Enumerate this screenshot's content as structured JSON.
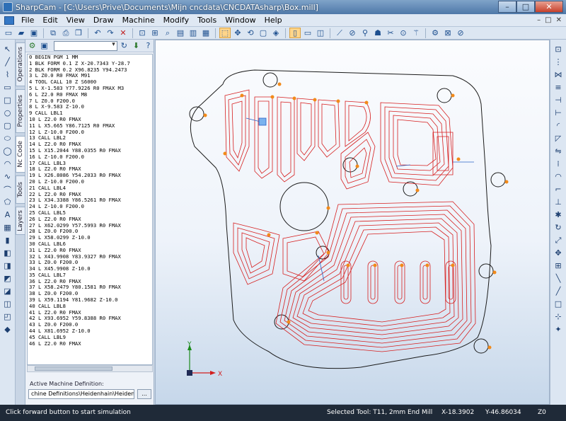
{
  "window": {
    "title": "SharpCam - [C:\\Users\\Prive\\Documents\\Mijn cncdata\\CNCDATAsharp\\Box.mill]",
    "minimize": "–",
    "maximize": "□",
    "close": "✕"
  },
  "menu": {
    "items": [
      "File",
      "Edit",
      "View",
      "Draw",
      "Machine",
      "Modify",
      "Tools",
      "Window",
      "Help"
    ],
    "mdi_min": "–",
    "mdi_max": "□",
    "mdi_close": "✕"
  },
  "toolbar": {
    "icons": [
      "new-file-icon",
      "open-folder-icon",
      "save-icon",
      "print-preview-icon",
      "print-icon",
      "copy-icon",
      "undo-icon",
      "redo-icon",
      "delete-icon",
      "zoom-extents-icon",
      "zoom-window-icon",
      "zoom-icon",
      "view-top-icon",
      "view-front-icon",
      "view-right-icon",
      "select-icon",
      "pan-icon",
      "rotate-icon",
      "view-box-icon",
      "shaded-icon",
      "stock-icon",
      "wireframe-icon",
      "view-split-icon",
      "toolpath-icon",
      "simulate-icon",
      "tool-icon",
      "check-icon",
      "measure-icon",
      "probe-icon",
      "cut-icon",
      "settings-icon"
    ]
  },
  "side_tabs": [
    "Operations",
    "Properties",
    "Nc Code",
    "Tools",
    "Layers"
  ],
  "nc_panel": {
    "lines": [
      "0 BEGIN PGM 1 MM",
      "1 BLK FORM 0.1 Z X-20.7343 Y-28.7",
      "2 BLK FORM 0.2 X96.8235 Y94.2473",
      "3 L Z0.0 R0 FMAX M91",
      "4 TOOL CALL 10 Z S6000",
      "5 L X-1.583 Y77.9226 R0 FMAX M3",
      "6 L Z2.0 R0 FMAX M8",
      "7 L Z0.0 F200.0",
      "8 L X-9.583 Z-10.0",
      "9 CALL LBL1",
      "10 L Z2.0 R0 FMAX",
      "11 L X5.665 Y86.7125 R0 FMAX",
      "12 L Z-10.0 F200.0",
      "13 CALL LBL2",
      "14 L Z2.0 R0 FMAX",
      "15 L X15.2044 Y88.0355 R0 FMAX",
      "16 L Z-10.0 F200.0",
      "17 CALL LBL3",
      "18 L Z2.0 R0 FMAX",
      "19 L X26.8086 Y54.2033 R0 FMAX",
      "20 L Z-10.0 F200.0",
      "21 CALL LBL4",
      "22 L Z2.0 R0 FMAX",
      "23 L X34.3388 Y86.5261 R0 FMAX",
      "24 L Z-10.0 F200.0",
      "25 CALL LBL5",
      "26 L Z2.0 R0 FMAX",
      "27 L X62.0299 Y57.5993 R0 FMAX",
      "28 L Z0.0 F200.0",
      "29 L X58.0299 Z-10.0",
      "30 CALL LBL6",
      "31 L Z2.0 R0 FMAX",
      "32 L X43.9908 Y83.9327 R0 FMAX",
      "33 L Z0.0 F200.0",
      "34 L X45.9908 Z-10.0",
      "35 CALL LBL7",
      "36 L Z2.0 R0 FMAX",
      "37 L X58.2479 Y80.1581 R0 FMAX",
      "38 L Z0.0 F200.0",
      "39 L X59.1194 Y81.9682 Z-10.0",
      "40 CALL LBL8",
      "41 L Z2.0 R0 FMAX",
      "42 L X93.6952 Y59.8388 R0 FMAX",
      "43 L Z0.0 F200.0",
      "44 L X81.6952 Z-10.0",
      "45 CALL LBL9",
      "46 L Z2.0 R0 FMAX"
    ],
    "machine_label": "Active Machine Definition:",
    "machine_value": "chine Definitions\\Heidenhain\\Heidenhain.mdf",
    "browse_label": "..."
  },
  "axis": {
    "y_label": "Y",
    "x_label": "X"
  },
  "status": {
    "message": "Click forward button to start simulation",
    "selected_tool": "Selected Tool: T11, 2mm End Mill",
    "x": "X-18.3902",
    "y": "Y-46.86034",
    "z": "Z0"
  },
  "colors": {
    "toolpath": "#d61f1f",
    "outline": "#1a1a1a",
    "marker": "#f28a1a",
    "rapid": "#2a62c8"
  }
}
